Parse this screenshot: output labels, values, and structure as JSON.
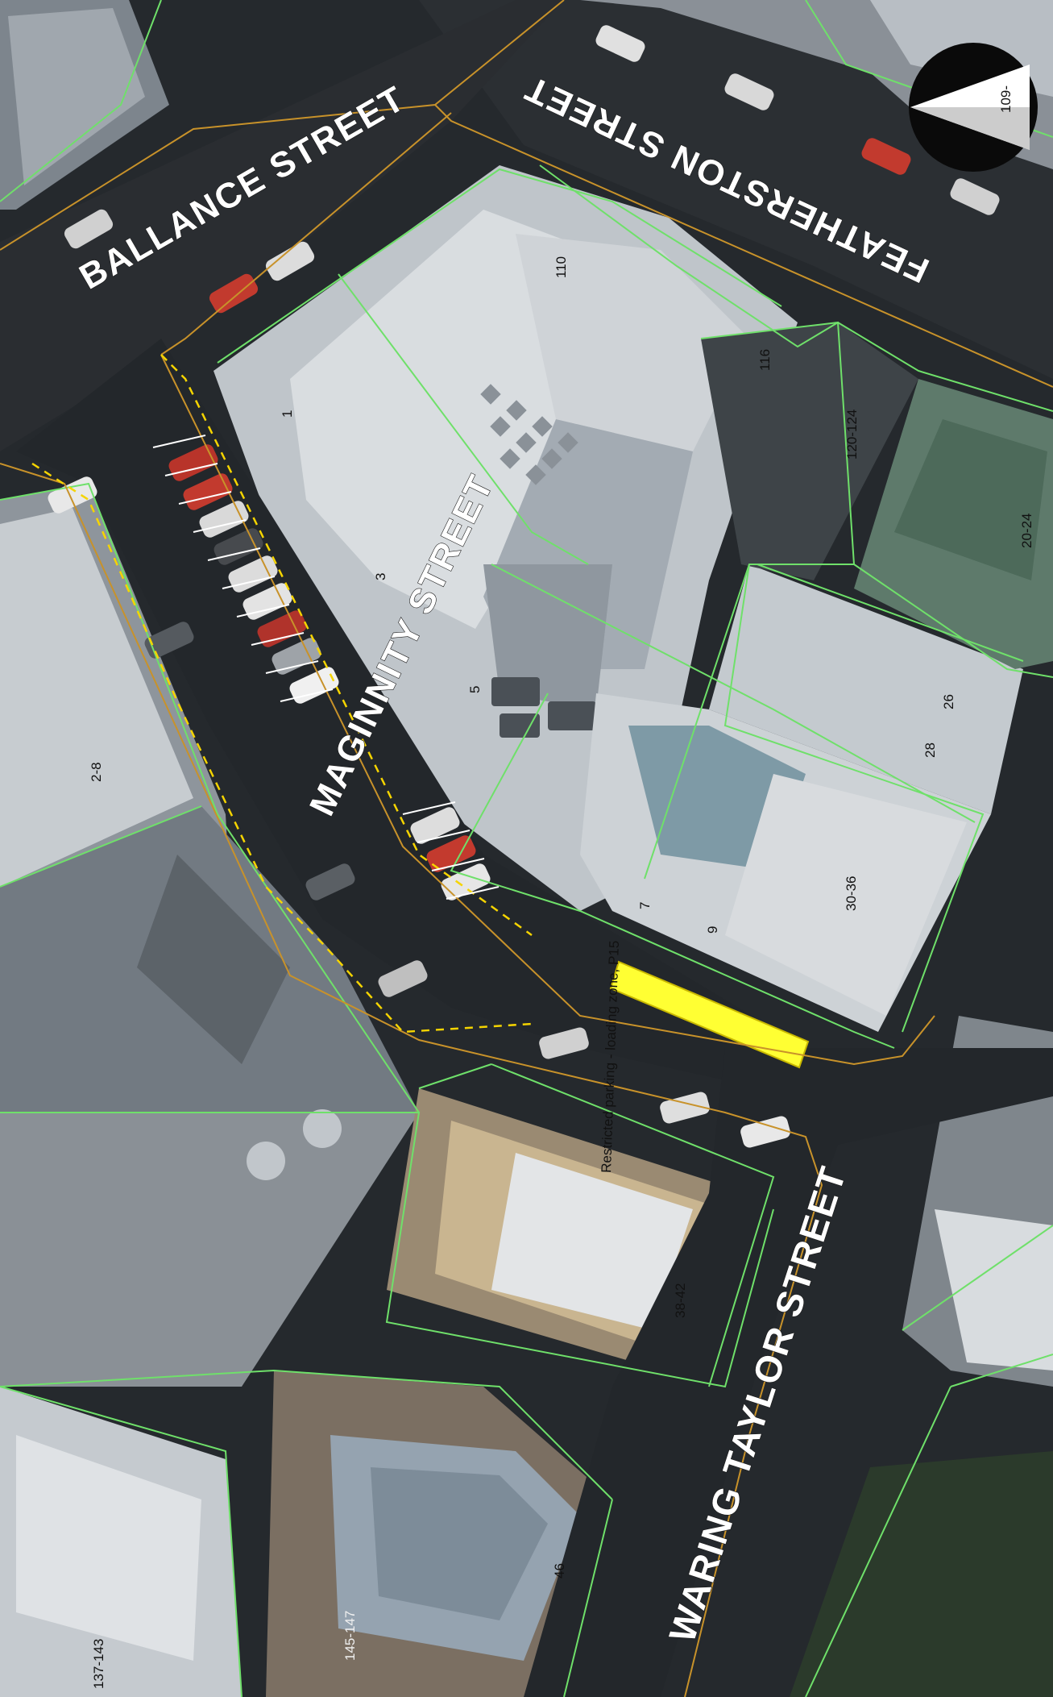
{
  "map": {
    "colors": {
      "road": "#26292c",
      "parcel_line": "#6fe06a",
      "kerb_line": "#c8922a",
      "loading_zone": "#ffff33",
      "no_stopping": "#f5d400",
      "roof_light": "#d3d7db",
      "roof_mid": "#a9b0b8",
      "roof_dark": "#6f7880"
    },
    "north_arrow": {
      "icon": "north-arrow-icon",
      "label": "109-"
    },
    "streets": {
      "balance": "BALLANCE STREET",
      "featherston": "FEATHERSTON STREET",
      "maginnity": "MAGINNITY STREET",
      "waring_taylor": "WARING TAYLOR STREET"
    },
    "restriction_text": "Restricted parking - loading zone, P15",
    "parcels": {
      "p110": "110",
      "p116": "116",
      "p120_124": "120-124",
      "p20_24": "20-24",
      "p1": "1",
      "p3": "3",
      "p5": "5",
      "p7": "7",
      "p9": "9",
      "p26": "26",
      "p28": "28",
      "p30_36": "30-36",
      "p2_8": "2-8",
      "p38_42": "38-42",
      "p46": "46",
      "p145_147": "145-147",
      "p137_143": "137-143"
    }
  }
}
